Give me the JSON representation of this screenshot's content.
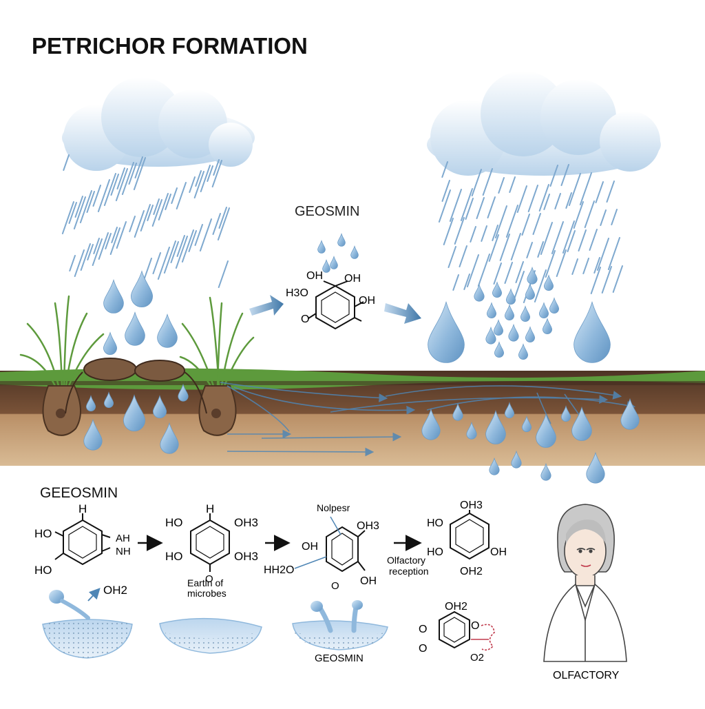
{
  "title": "PETRICHOR FORMATION",
  "upper_label": "GEOSMIN",
  "upper_molecule": {
    "labels": [
      "OH",
      "OH",
      "H3O",
      "OH",
      "O"
    ]
  },
  "lower_section": {
    "heading": "GEEOSMIN",
    "molecule_1": {
      "labels": [
        "H",
        "HO",
        "HO",
        "AH",
        "NH"
      ]
    },
    "molecule_2": {
      "labels": [
        "H",
        "HO",
        "OH3",
        "HO",
        "OH3",
        "O"
      ],
      "caption_line1": "Eartln of",
      "caption_line2": "microbes"
    },
    "molecule_3": {
      "labels": [
        "Nolpesr",
        "OH3",
        "OH",
        "HH2O",
        "O",
        "OH"
      ]
    },
    "molecule_4": {
      "caption_line1": "Olfactory",
      "caption_line2": "reception",
      "labels": [
        "OH3",
        "HO",
        "HO",
        "OH",
        "OH2"
      ]
    },
    "water_label": "OH2",
    "dish_3_label": "GEOSMIN",
    "molecule_5": {
      "labels": [
        "OH2",
        "O",
        "O",
        "O2",
        "O"
      ]
    },
    "person_label": "OLFACTORY"
  },
  "colors": {
    "drop": "#8fb8dc",
    "rain": "#7fa9cf",
    "grass": "#5d9a3c",
    "soil_dark": "#5a3d2b",
    "soil_light": "#c9a57f",
    "arrow_blue": "#4f86b5",
    "accent_red": "#c0394b"
  }
}
